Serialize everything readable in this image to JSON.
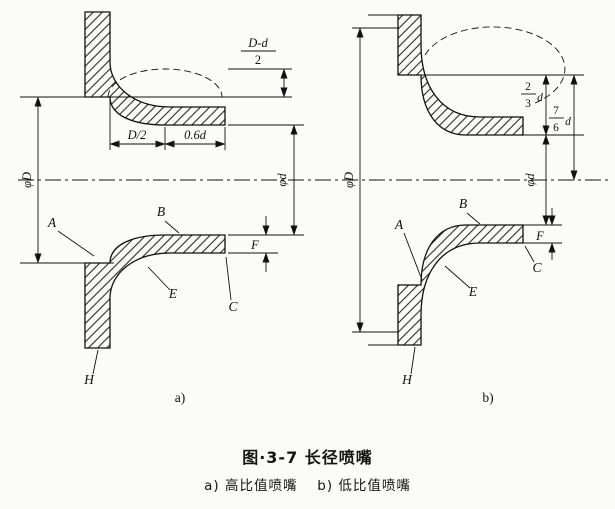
{
  "caption": {
    "title": "图·3-7  长径喷嘴",
    "subtitle": "a) 高比值喷嘴　 b) 低比值喷嘴"
  },
  "drawing_a": {
    "tag": "a)",
    "dims": {
      "phi_D": "φD",
      "phi_d": "φd",
      "half_D": "D/2",
      "throat_len": "0.6d",
      "frac_num": "D-d",
      "frac_den": "2",
      "F": "F"
    },
    "parts": {
      "A": "A",
      "B": "B",
      "C": "C",
      "E": "E",
      "H": "H"
    }
  },
  "drawing_b": {
    "tag": "b)",
    "dims": {
      "phi_D": "φD",
      "phi_d": "φd",
      "frac1_num": "2",
      "frac1_den": "3",
      "frac1_unit": "d",
      "frac2_num": "7",
      "frac2_den": "6",
      "frac2_unit": "d",
      "F": "F"
    },
    "parts": {
      "A": "A",
      "B": "B",
      "C": "C",
      "E": "E",
      "H": "H"
    }
  }
}
